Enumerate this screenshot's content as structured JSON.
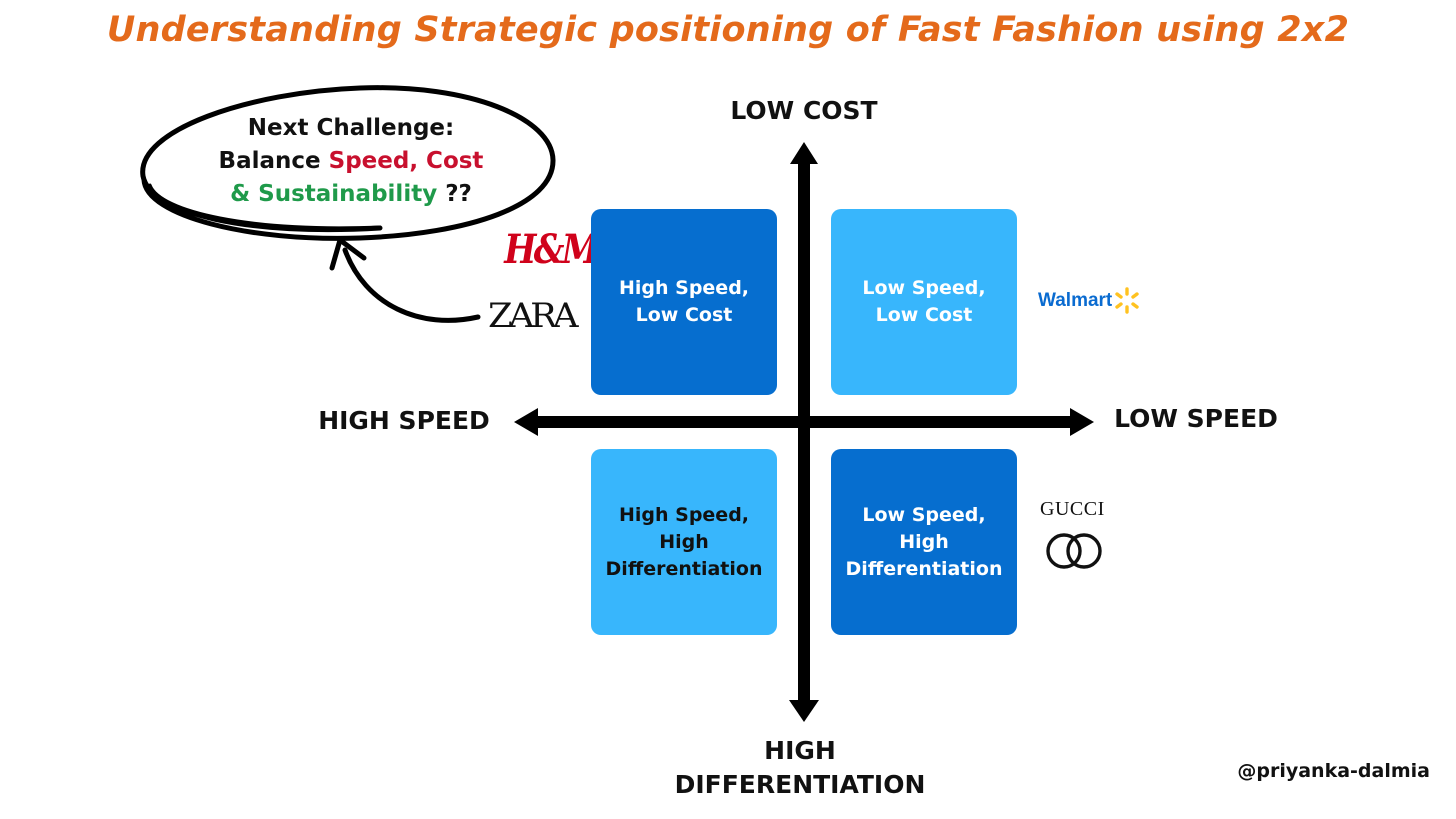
{
  "title": "Understanding Strategic positioning of Fast Fashion using 2x2",
  "axes": {
    "top": "LOW COST",
    "bottom_line1": "HIGH",
    "bottom_line2": "DIFFERENTIATION",
    "left": "HIGH SPEED",
    "right": "LOW SPEED"
  },
  "quadrants": {
    "top_left": {
      "line1": "High Speed,",
      "line2": "Low Cost"
    },
    "top_right": {
      "line1": "Low Speed,",
      "line2": "Low Cost"
    },
    "bottom_left": {
      "line1": "High Speed,",
      "line2": "High",
      "line3": "Differentiation"
    },
    "bottom_right": {
      "line1": "Low Speed,",
      "line2": "High",
      "line3": "Differentiation"
    }
  },
  "callout": {
    "line1": "Next Challenge:",
    "line2_prefix": "Balance ",
    "line2_highlight": "Speed, Cost",
    "line3_highlight": "& Sustainability",
    "line3_suffix": " ??"
  },
  "brands": {
    "hm": "H&M",
    "zara": "ZARA",
    "walmart": "Walmart",
    "gucci": "GUCCI"
  },
  "handle": "@priyanka-dalmia",
  "colors": {
    "title": "#e46a1b",
    "quadrant_dark": "#066ecf",
    "quadrant_light": "#38b6fc",
    "highlight_red": "#c8102e",
    "highlight_green": "#1f9a4a",
    "walmart_blue": "#0a6bd0",
    "walmart_spark": "#ffc220"
  }
}
